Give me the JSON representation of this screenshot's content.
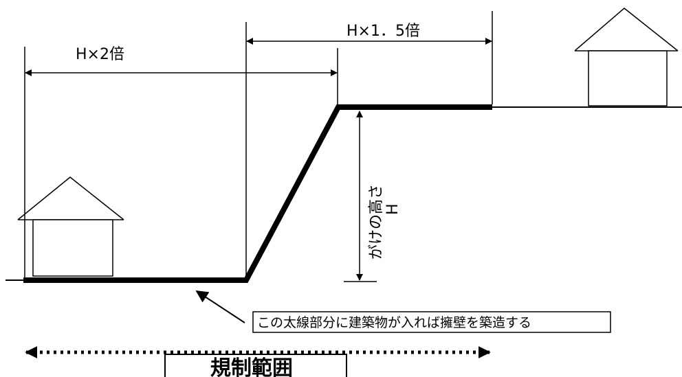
{
  "labels": {
    "dim_2x": "H×2倍",
    "dim_15x": "H×1．5倍",
    "height_label_1": "がけの高さ",
    "height_label_2": "H",
    "callout": "この太線部分に建築物が入れば擁壁を築造する",
    "regulated_area": "規制範囲"
  }
}
